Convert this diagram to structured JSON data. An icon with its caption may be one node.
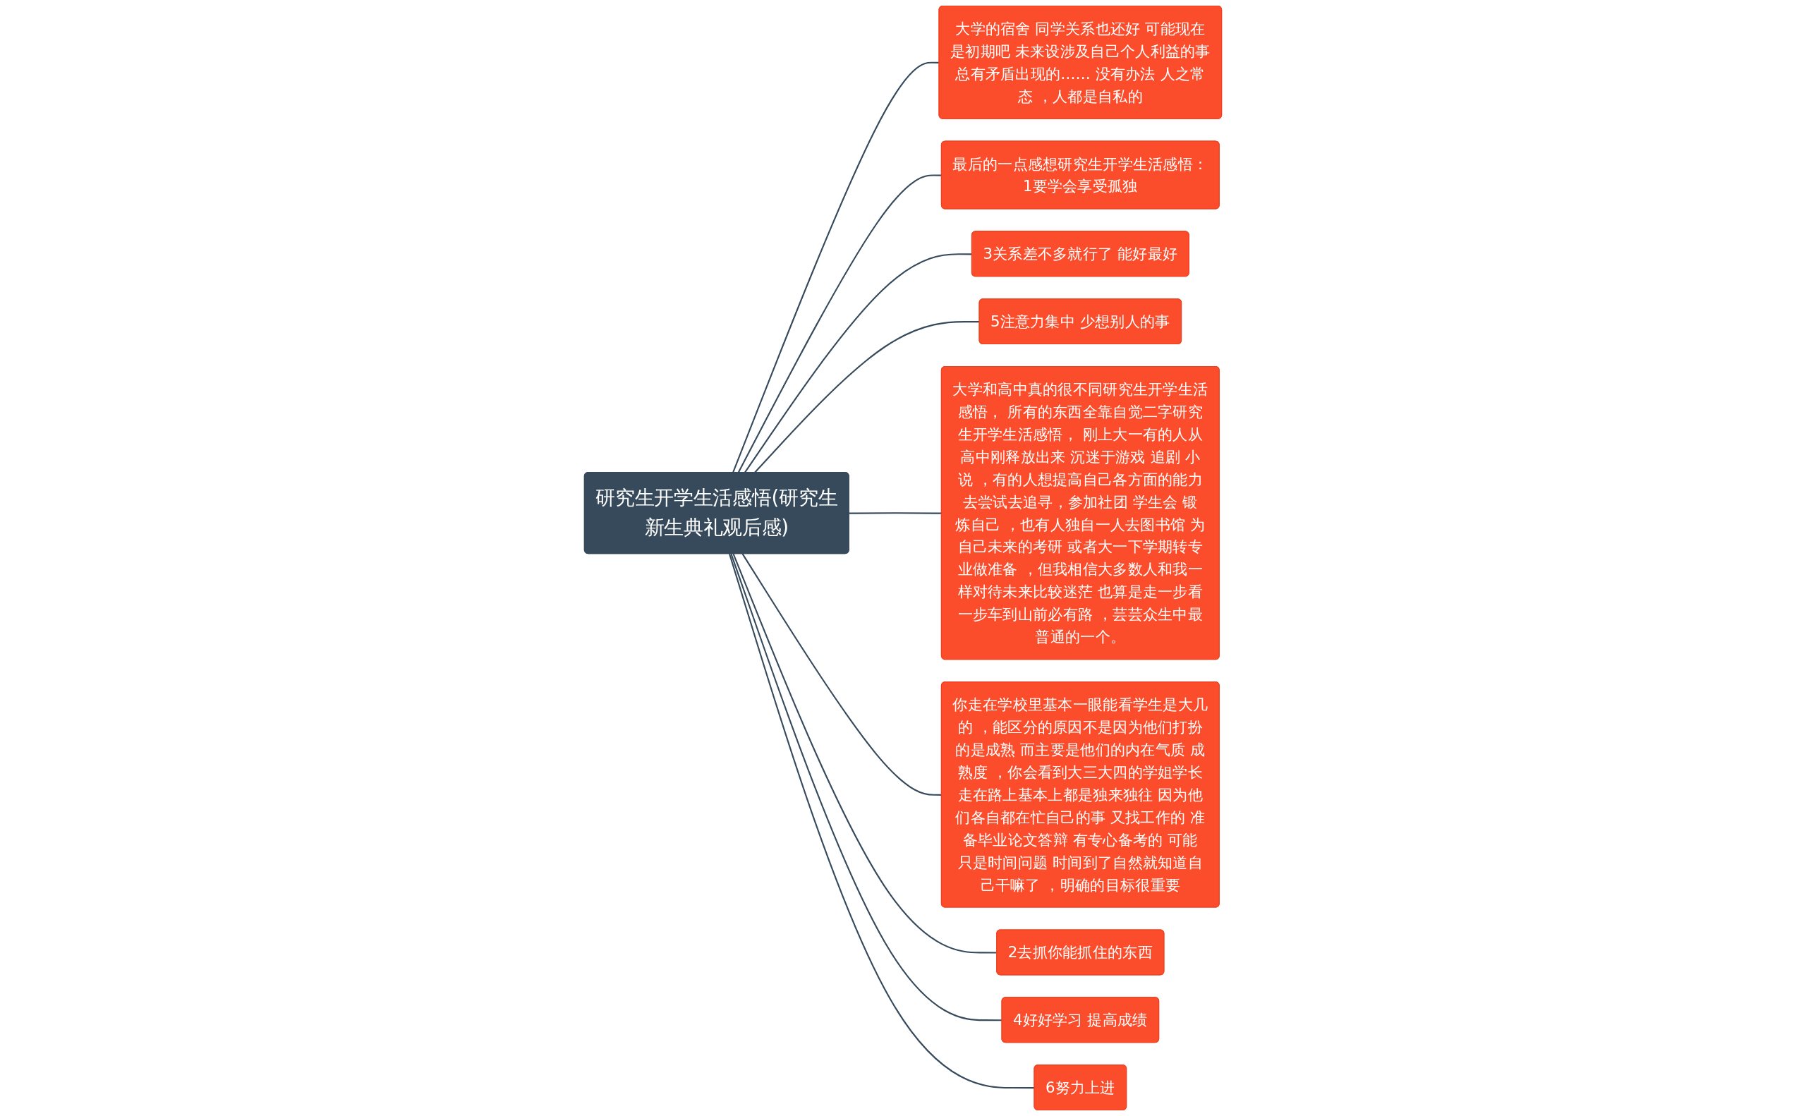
{
  "diagram": {
    "nodes": [
      {
        "text": [
          "研究生开学生活感悟(研究生新生典礼观后感)"
        ]
      },
      {
        "text": [
          "大学的宿舍 同学关系也还好 可能现在是初期吧 未来设涉及自己个人利益的事总有矛盾出现的…… 没有办法 人之常态 ，人都是自私的"
        ]
      },
      {
        "text": [
          "最后的一点感想研究生开学生活感悟：1要学会享受孤独"
        ]
      },
      {
        "text": [
          "3关系差不多就行了 能好最好"
        ]
      },
      {
        "text": [
          "5注意力集中 少想别人的事"
        ]
      },
      {
        "text": [
          "大学和高中真的很不同研究生开学生活感悟， 所有的东西全靠自觉二字研究生开学生活感悟， 刚上大一有的人从高中刚释放出来 沉迷于游戏 追剧 小说 ，有的人想提高自己各方面的能力去尝试去追寻，参加社团 学生会 锻炼自己 ，也有人独自一人去图书馆 为自己未来的考研 或者大一下学期转专业做准备 ，但我相信大多数人和我一样对待未来比较迷茫 也算是走一步看一步车到山前必有路 ，芸芸众生中最普通的一个。"
        ]
      },
      {
        "text": [
          "你走在学校里基本一眼能看学生是大几的 ，能区分的原因不是因为他们打扮的是成熟 而主要是他们的内在气质 成熟度 ，你会看到大三大四的学姐学长走在路上基本上都是独来独往 因为他们各自都在忙自己的事 又找工作的 准备毕业论文答辩 有专心备考的 可能只是时间问题 时间到了自然就知道自己干嘛了 ，明确的目标很重要"
        ]
      },
      {
        "text": [
          "2去抓你能抓住的东西"
        ]
      },
      {
        "text": [
          "4好好学习 提高成绩"
        ]
      },
      {
        "text": [
          "6努力上进"
        ]
      }
    ],
    "edges": [
      {
        "from": 0,
        "to": 1,
        "arrow": "none"
      },
      {
        "from": 0,
        "to": 2,
        "arrow": "none"
      },
      {
        "from": 0,
        "to": 3,
        "arrow": "none"
      },
      {
        "from": 0,
        "to": 4,
        "arrow": "none"
      },
      {
        "from": 0,
        "to": 5,
        "arrow": "none"
      },
      {
        "from": 0,
        "to": 6,
        "arrow": "none"
      },
      {
        "from": 0,
        "to": 7,
        "arrow": "none"
      },
      {
        "from": 0,
        "to": 8,
        "arrow": "none"
      },
      {
        "from": 0,
        "to": 9,
        "arrow": "none"
      }
    ]
  }
}
